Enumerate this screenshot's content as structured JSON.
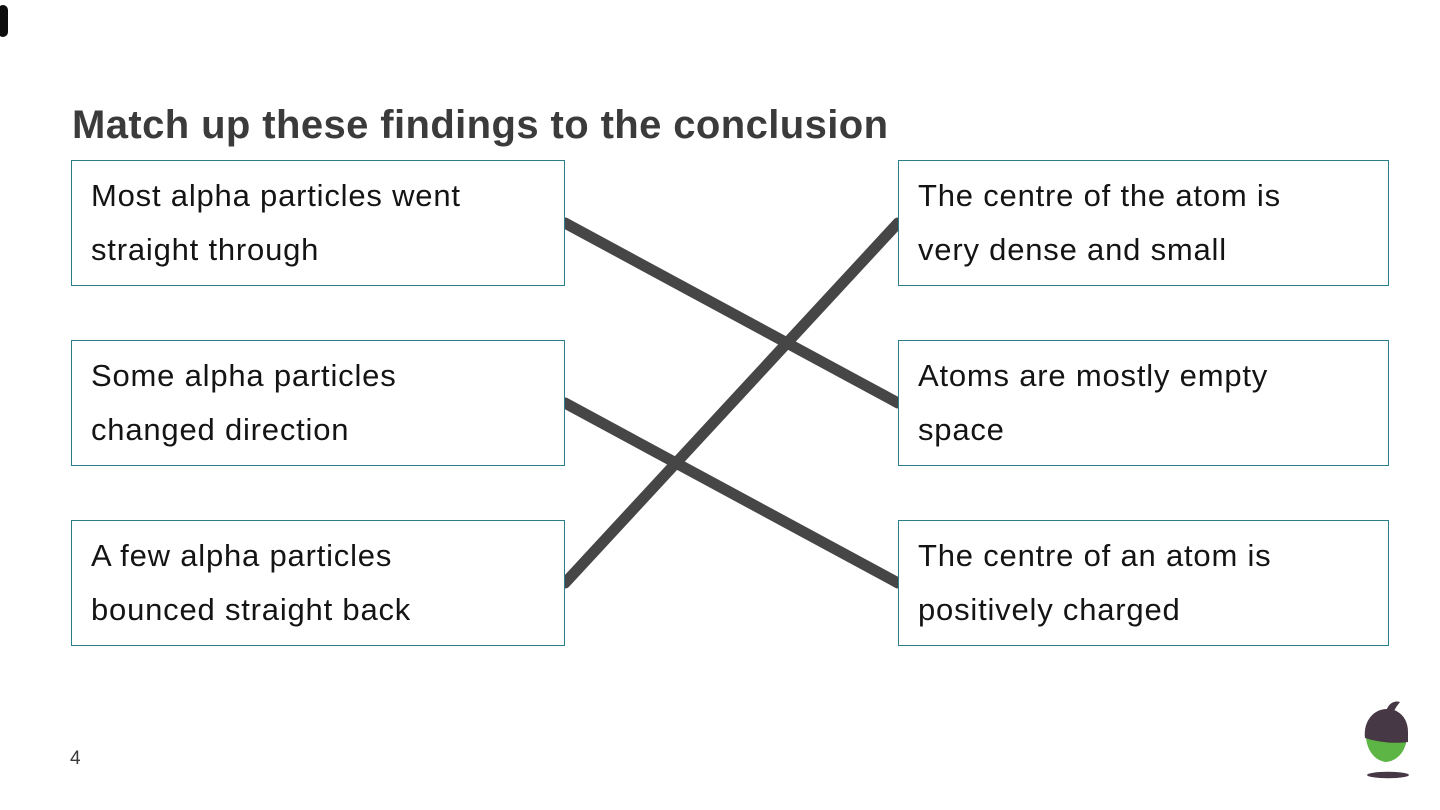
{
  "slide": {
    "title": "Match up these findings to the conclusion",
    "page_number": "4"
  },
  "findings": [
    {
      "text": "Most alpha particles went\nstraight through"
    },
    {
      "text": "Some alpha particles\nchanged direction"
    },
    {
      "text": "A few alpha particles\nbounced straight back"
    }
  ],
  "conclusions": [
    {
      "text": "The centre of the atom is\nvery dense and small"
    },
    {
      "text": "Atoms are mostly empty\nspace"
    },
    {
      "text": "The centre of an atom is\npositively charged"
    }
  ],
  "connections": [
    {
      "from_finding": 0,
      "to_conclusion": 1
    },
    {
      "from_finding": 1,
      "to_conclusion": 2
    },
    {
      "from_finding": 2,
      "to_conclusion": 0
    }
  ],
  "colors": {
    "box_border": "#2a7f8a",
    "connector_line": "#464646",
    "title": "#3b3b3b",
    "text": "#141414",
    "logo_green": "#5cb544",
    "logo_dark": "#463845"
  },
  "logo": {
    "name": "oak-acorn-logo"
  }
}
